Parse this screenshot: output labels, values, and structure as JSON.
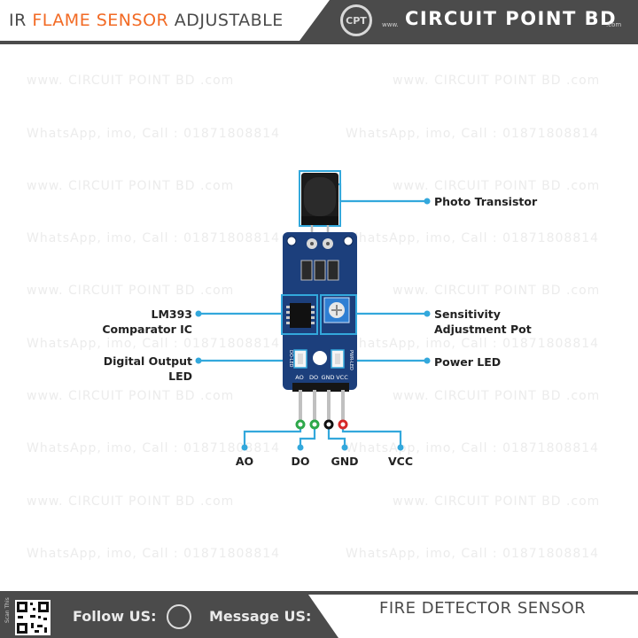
{
  "header": {
    "title_prefix": "IR ",
    "title_accent": "FLAME SENSOR",
    "title_suffix": " ADJUSTABLE",
    "logo_text": "CPT",
    "brand_www": "www.",
    "brand_name": "CIRCUIT POINT BD",
    "brand_com": ".com"
  },
  "watermark": {
    "line1": "www. CIRCUIT POINT BD .com",
    "line2": "WhatsApp, imo, Call : 01871808814"
  },
  "labels": {
    "photo_transistor": "Photo Transistor",
    "lm393_line1": "LM393",
    "lm393_line2": "Comparator IC",
    "sensitivity_line1": "Sensitivity",
    "sensitivity_line2": "Adjustment Pot",
    "digital_line1": "Digital Output",
    "digital_line2": "LED",
    "power_led": "Power LED"
  },
  "board": {
    "pin_silk": [
      "AO",
      "DO",
      "GND",
      "VCC"
    ],
    "left_led_silk": "DO-LED",
    "right_led_silk": "PWR-LED"
  },
  "pins": [
    "AO",
    "DO",
    "GND",
    "VCC"
  ],
  "pin_colors": [
    "#ffffff",
    "#2ea84a",
    "#111111",
    "#d62828"
  ],
  "colors": {
    "accent": "#f26a24",
    "callout": "#33a8dc",
    "dark_bar": "#4b4b4b",
    "pcb": "#1c3f7c"
  },
  "footer": {
    "scan": "Scan This",
    "follow": "Follow US:",
    "message": "Message US:",
    "product": "FIRE DETECTOR SENSOR"
  }
}
